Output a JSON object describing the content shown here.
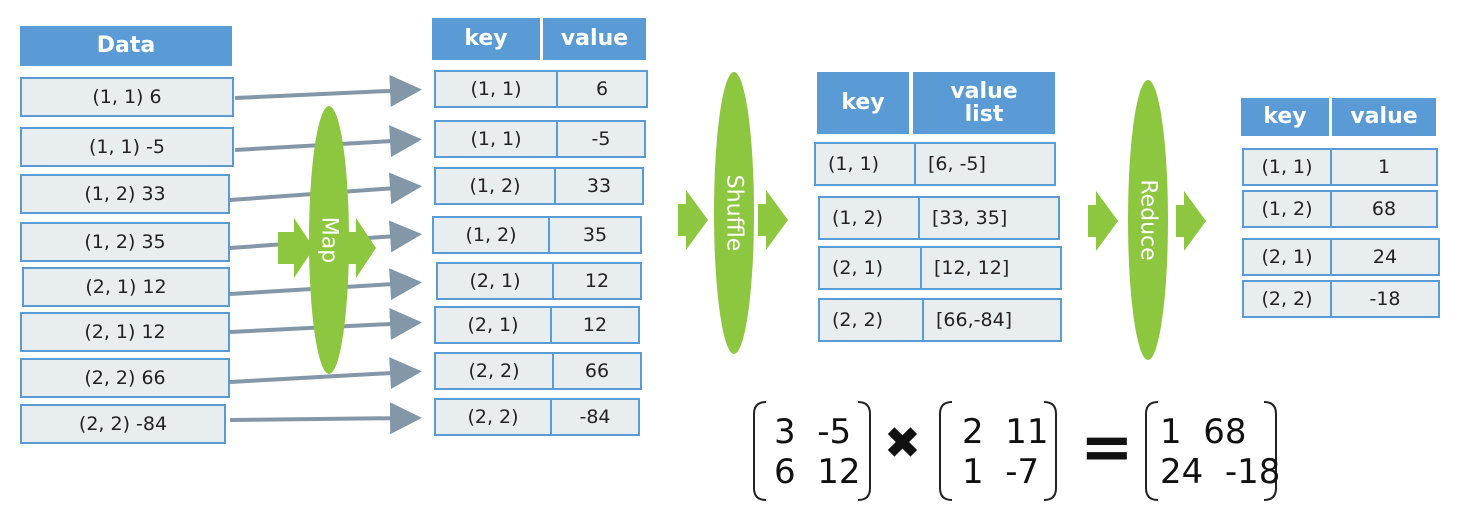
{
  "data_header": "Data",
  "data_rows": [
    "(1, 1) 6",
    "(1, 1) -5",
    "(1, 2) 33",
    "(1, 2) 35",
    "(2, 1) 12",
    "(2, 1) 12",
    "(2, 2) 66",
    "(2, 2) -84"
  ],
  "map": {
    "label": "Map",
    "header": {
      "key": "key",
      "value": "value"
    },
    "rows": [
      {
        "key": "(1, 1)",
        "value": "6"
      },
      {
        "key": "(1, 1)",
        "value": "-5"
      },
      {
        "key": "(1, 2)",
        "value": "33"
      },
      {
        "key": "(1, 2)",
        "value": "35"
      },
      {
        "key": "(2, 1)",
        "value": "12"
      },
      {
        "key": "(2, 1)",
        "value": "12"
      },
      {
        "key": "(2, 2)",
        "value": "66"
      },
      {
        "key": "(2, 2)",
        "value": "-84"
      }
    ]
  },
  "shuffle": {
    "label": "Shuffle",
    "header": {
      "key": "key",
      "value": "value list"
    },
    "rows": [
      {
        "key": "(1, 1)",
        "value": "[6, -5]"
      },
      {
        "key": "(1, 2)",
        "value": "[33, 35]"
      },
      {
        "key": "(2, 1)",
        "value": "[12, 12]"
      },
      {
        "key": "(2, 2)",
        "value": "[66,-84]"
      }
    ]
  },
  "reduce": {
    "label": "Reduce",
    "header": {
      "key": "key",
      "value": "value"
    },
    "rows": [
      {
        "key": "(1, 1)",
        "value": "1"
      },
      {
        "key": "(1, 2)",
        "value": "68"
      },
      {
        "key": "(2, 1)",
        "value": "24"
      },
      {
        "key": "(2, 2)",
        "value": "-18"
      }
    ]
  },
  "equation": {
    "a": [
      "3  -5",
      "6  12"
    ],
    "b": [
      "2  11",
      "1  -7"
    ],
    "c": [
      "1  68",
      "24  -18"
    ],
    "times": "✖",
    "equals": "="
  },
  "colors": {
    "header": "#5b9bd5",
    "cell_bg": "#e8eef0",
    "oval": "#8dc63f",
    "arrow": "#8497a8"
  }
}
